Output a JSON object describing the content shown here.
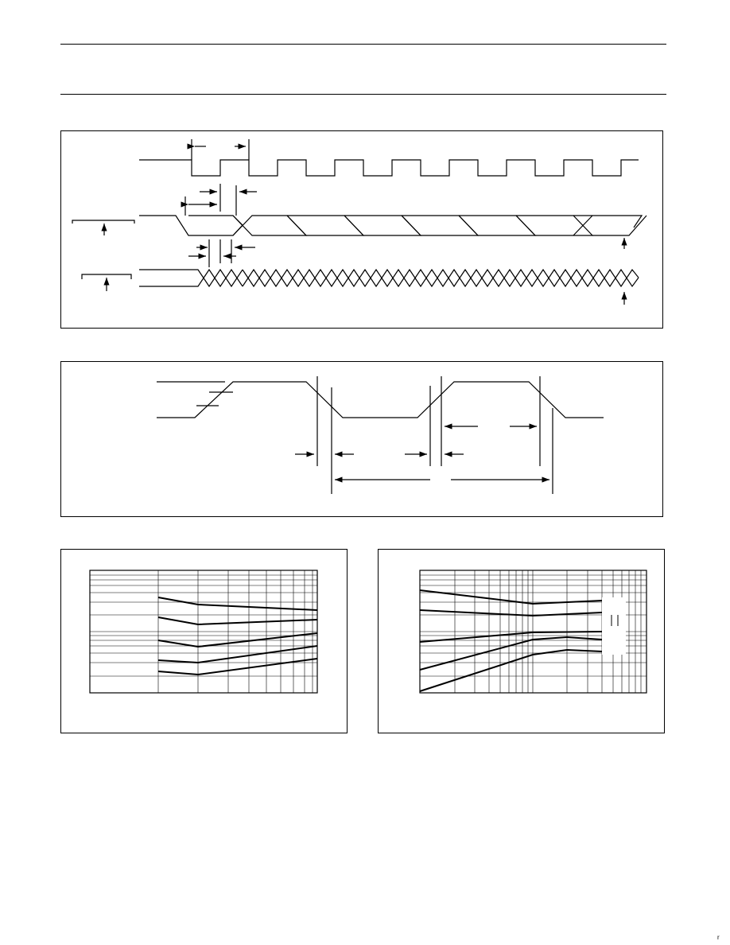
{
  "page": {
    "header_text": "",
    "corner_mark": "r"
  },
  "figures": [
    {
      "id": "serial-timing-waveform",
      "caption": ""
    },
    {
      "id": "edge-transition-timing",
      "caption": ""
    },
    {
      "id": "characteristic-graph-left",
      "caption": ""
    },
    {
      "id": "characteristic-graph-right",
      "caption": ""
    }
  ]
}
